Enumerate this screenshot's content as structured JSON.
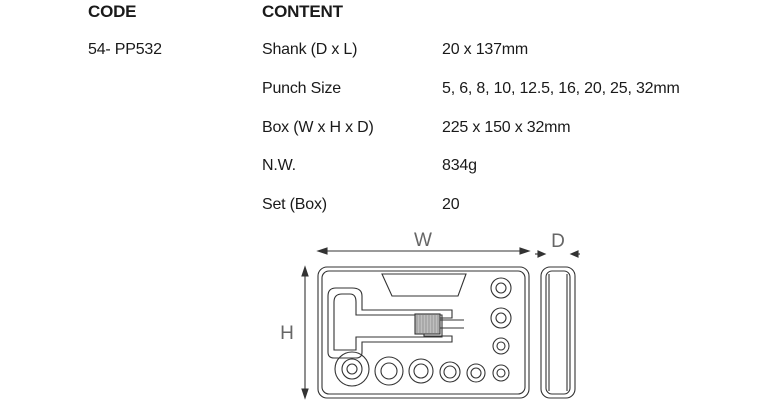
{
  "headers": {
    "code": "CODE",
    "content": "CONTENT"
  },
  "code_value": "54- PP532",
  "specs": [
    {
      "label": "Shank (D x L)",
      "value": "20 x 137mm"
    },
    {
      "label": "Punch Size",
      "value": "5, 6, 8, 10, 12.5, 16, 20, 25, 32mm"
    },
    {
      "label": "Box (W x H x D)",
      "value": "225 x 150 x 32mm"
    },
    {
      "label": "N.W.",
      "value": "834g"
    },
    {
      "label": "Set (Box)",
      "value": "20"
    }
  ],
  "diagram": {
    "width_label": "W",
    "height_label": "H",
    "depth_label": "D"
  }
}
